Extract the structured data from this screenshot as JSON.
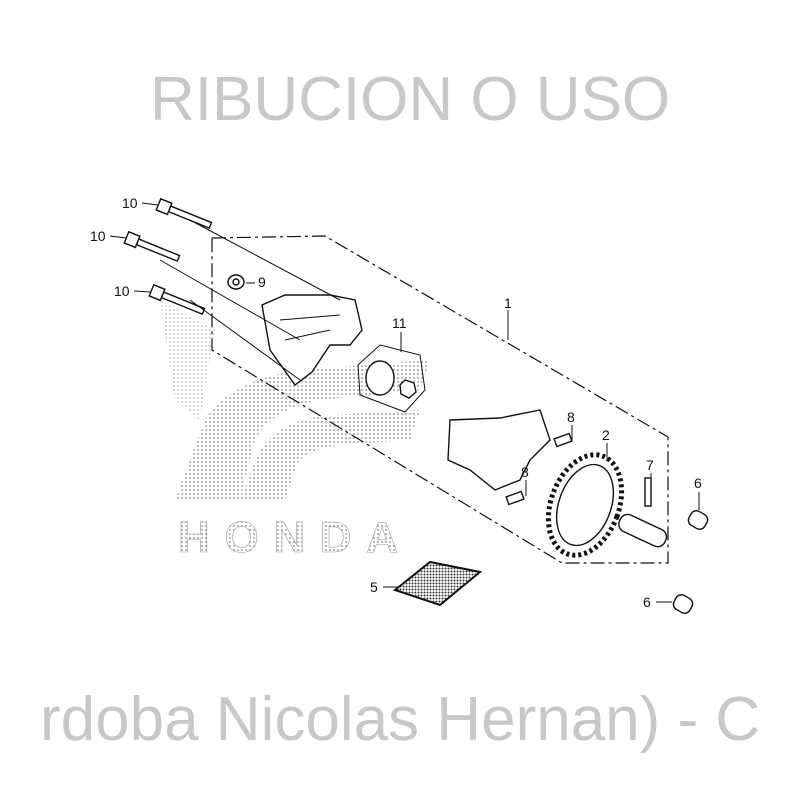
{
  "diagram": {
    "callouts": [
      {
        "id": "10a",
        "text": "10"
      },
      {
        "id": "10b",
        "text": "10"
      },
      {
        "id": "10c",
        "text": "10"
      },
      {
        "id": "9",
        "text": "9"
      },
      {
        "id": "11",
        "text": "11"
      },
      {
        "id": "1",
        "text": "1"
      },
      {
        "id": "8a",
        "text": "8"
      },
      {
        "id": "8b",
        "text": "8"
      },
      {
        "id": "2",
        "text": "2"
      },
      {
        "id": "7",
        "text": "7"
      },
      {
        "id": "6a",
        "text": "6"
      },
      {
        "id": "6b",
        "text": "6"
      },
      {
        "id": "5",
        "text": "5"
      }
    ],
    "logo_text": "HONDA",
    "watermark": {
      "line1": "RIBUCION O USO",
      "line2": "rdoba Nicolas Hernan) - C"
    }
  }
}
